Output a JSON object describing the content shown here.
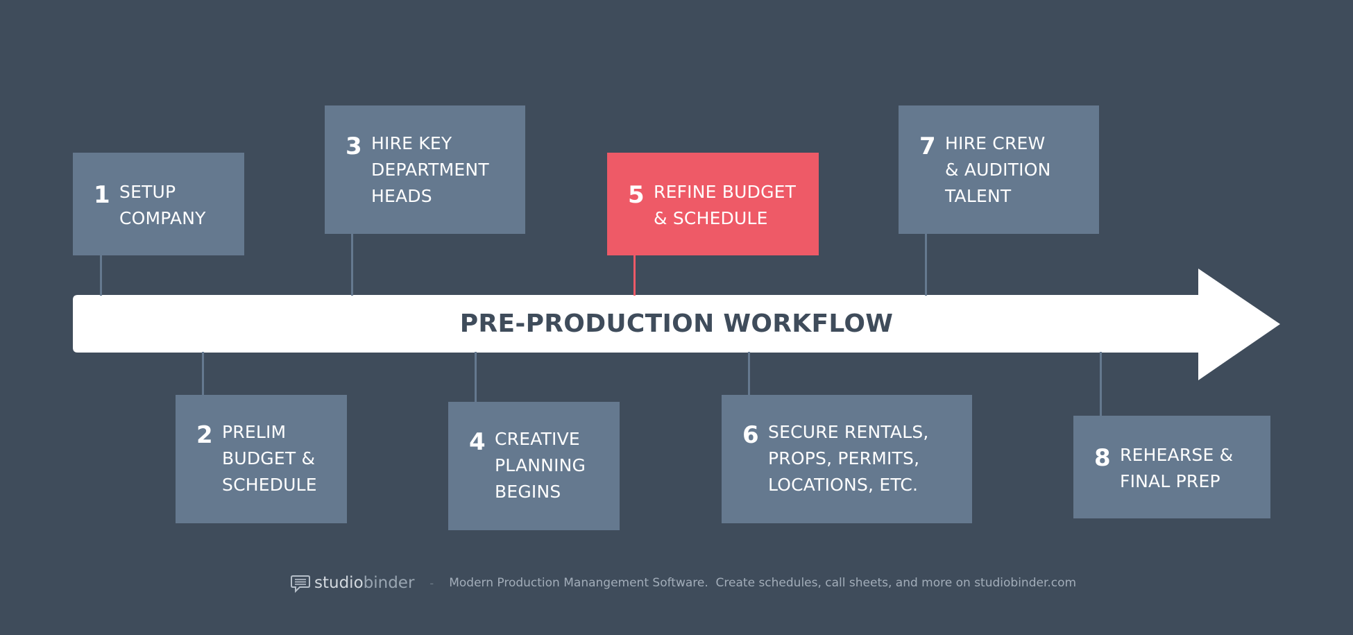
{
  "diagram": {
    "title": "PRE-PRODUCTION WORKFLOW",
    "steps": [
      {
        "number": "1",
        "label": "SETUP\nCOMPANY"
      },
      {
        "number": "2",
        "label": "PRELIM\nBUDGET &\nSCHEDULE"
      },
      {
        "number": "3",
        "label": "HIRE KEY\nDEPARTMENT\nHEADS"
      },
      {
        "number": "4",
        "label": "CREATIVE\nPLANNING\nBEGINS"
      },
      {
        "number": "5",
        "label": "REFINE BUDGET\n& SCHEDULE"
      },
      {
        "number": "6",
        "label": "SECURE RENTALS,\nPROPS, PERMITS,\nLOCATIONS, ETC."
      },
      {
        "number": "7",
        "label": "HIRE CREW\n& AUDITION\nTALENT"
      },
      {
        "number": "8",
        "label": "REHEARSE &\nFINAL PREP"
      }
    ]
  },
  "footer": {
    "logo_part1": "studio",
    "logo_part2": "binder",
    "separator": "-",
    "tagline": "Modern Production Manangement Software.  Create schedules, call sheets, and more on studiobinder.com"
  },
  "colors": {
    "background": "#3f4c5b",
    "box": "#65798f",
    "highlight": "#ee5a67",
    "arrow": "#ffffff"
  },
  "icons": {
    "logo": "speech-bubble-icon"
  }
}
